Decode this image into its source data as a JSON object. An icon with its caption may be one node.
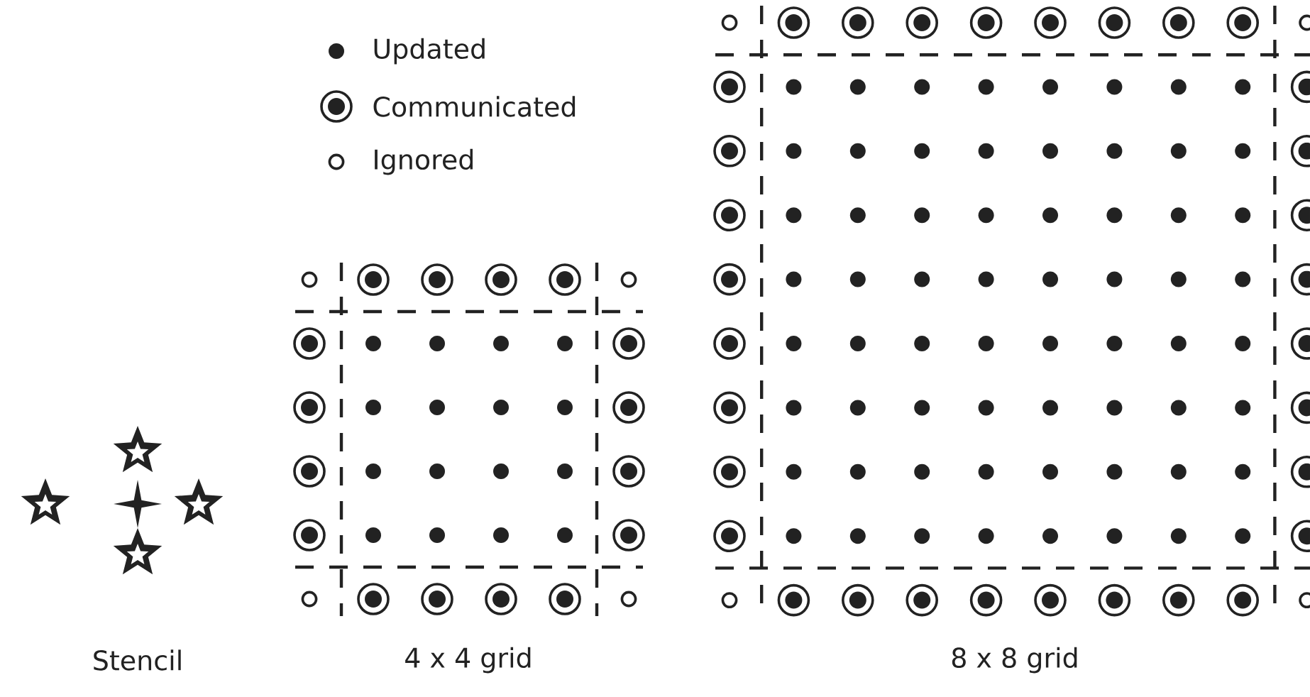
{
  "diagram": {
    "labels": [
      "Stencil",
      "4 x 4 grid",
      "8 x 8 grid"
    ],
    "legend": [
      {
        "text": "Updated"
      },
      {
        "text": "Communicated"
      },
      {
        "text": "Ignored"
      }
    ]
  }
}
